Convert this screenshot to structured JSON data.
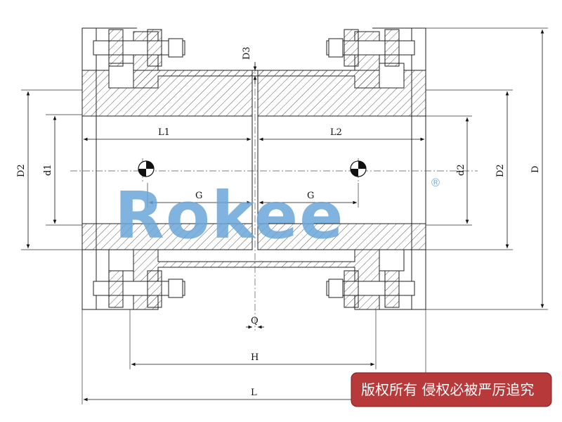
{
  "drawing": {
    "labels": {
      "L1": "L1",
      "L2": "L2",
      "G_left": "G",
      "G_right": "G",
      "H": "H",
      "L": "L",
      "Q": "Q",
      "D3": "D3",
      "D": "D",
      "D2_left": "D2",
      "D2_right": "D2",
      "d1": "d1",
      "d2": "d2"
    }
  },
  "logo": {
    "text": "Rokee",
    "registered": "®",
    "color": "#6aa6d8",
    "accent_color": "#f0a040"
  },
  "watermark": {
    "text": "版权所有 侵权必被严厉追究",
    "bg_color": "#b8393a"
  }
}
